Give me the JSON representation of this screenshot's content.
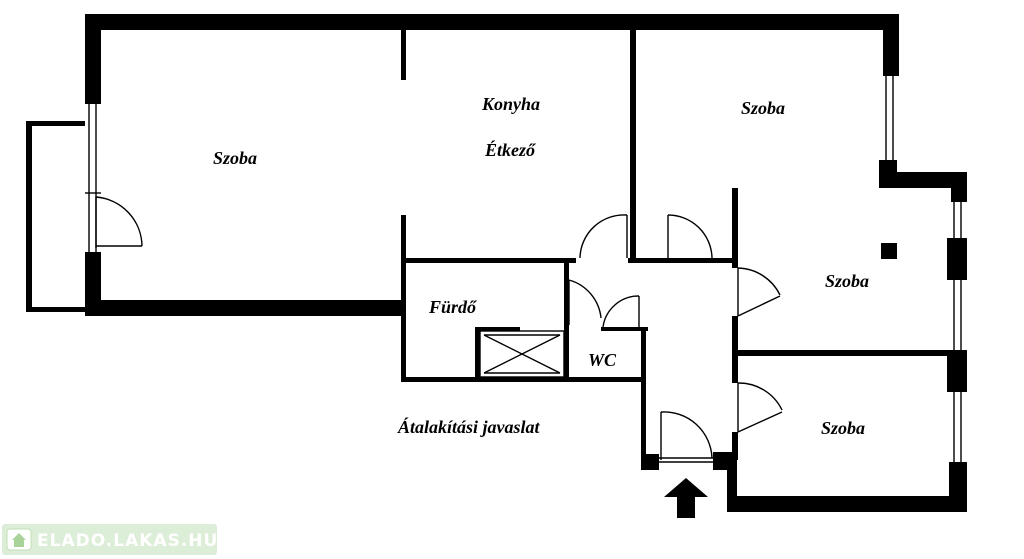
{
  "rooms": {
    "szoba_left": "Szoba",
    "konyha": "Konyha",
    "etkezo": "Étkező",
    "szoba_top_right": "Szoba",
    "szoba_mid_right": "Szoba",
    "szoba_bottom_right": "Szoba",
    "furdo": "Fürdő",
    "wc": "WC"
  },
  "note": "Átalakítási javaslat",
  "watermark": "ELADO.LAKAS.HU"
}
